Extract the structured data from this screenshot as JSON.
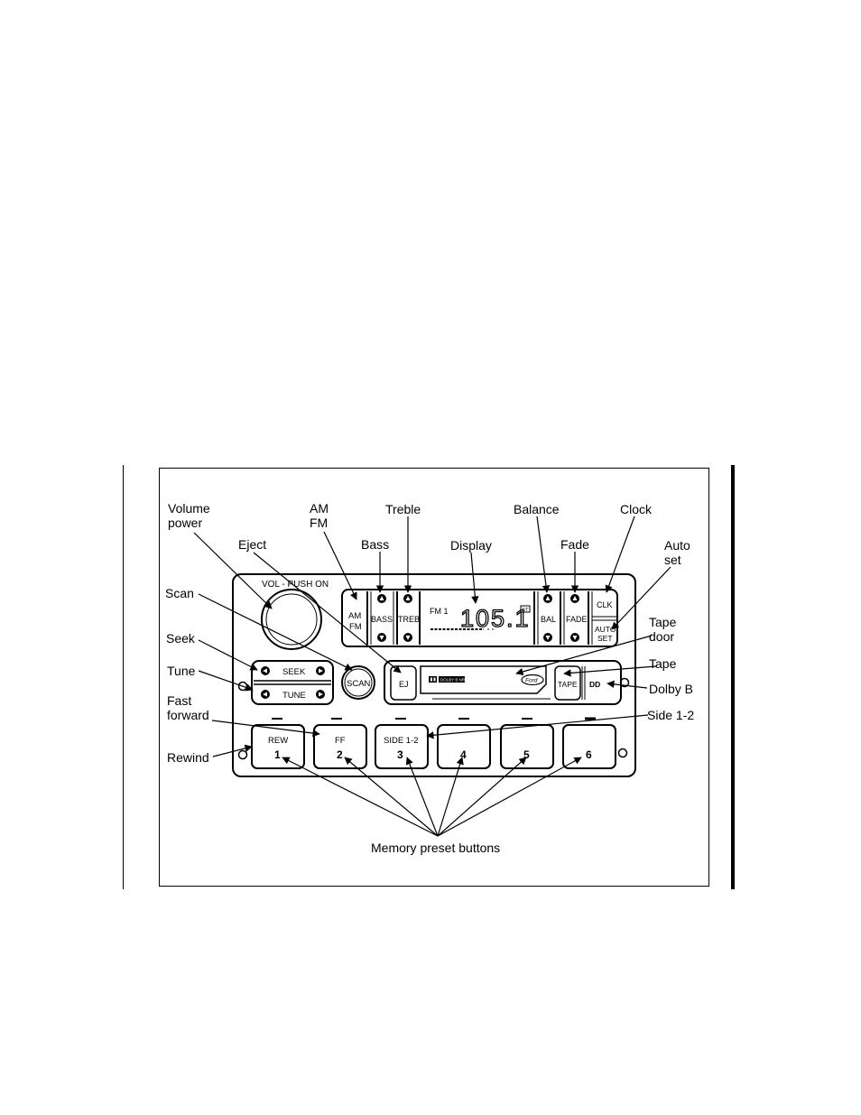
{
  "radio": {
    "knob_caption": "VOL - PUSH ON",
    "am_fm": [
      "AM",
      "FM"
    ],
    "bass": "BASS",
    "treble": "TREB",
    "balance": "BAL",
    "fade": "FADE",
    "clock": "CLK",
    "autoset": [
      "AUTO",
      "SET"
    ],
    "display_band": "FM 1",
    "display_freq": "105.1",
    "display_st": "ST",
    "seek": "SEEK",
    "tune": "TUNE",
    "scan": "SCAN",
    "eject": "EJ",
    "dolby_tag": "DOLBY B NR",
    "ford_logo": "Ford",
    "tape": "TAPE",
    "dolby_button": "DD",
    "presets": [
      {
        "top": "REW",
        "number": "1"
      },
      {
        "top": "FF",
        "number": "2"
      },
      {
        "top": "SIDE 1-2",
        "number": "3"
      },
      {
        "top": "",
        "number": "4"
      },
      {
        "top": "",
        "number": "5"
      },
      {
        "top": "",
        "number": "6"
      }
    ]
  },
  "callouts": {
    "volume_power": [
      "Volume",
      "power"
    ],
    "am_fm": [
      "AM",
      "FM"
    ],
    "treble": "Treble",
    "balance": "Balance",
    "clock": "Clock",
    "eject": "Eject",
    "bass": "Bass",
    "display": "Display",
    "fade": "Fade",
    "auto_set": [
      "Auto",
      "set"
    ],
    "scan": "Scan",
    "seek": "Seek",
    "tune": "Tune",
    "tape_door": [
      "Tape",
      "door"
    ],
    "tape": "Tape",
    "dolby_b": "Dolby B",
    "fast_forward": [
      "Fast",
      "forward"
    ],
    "side_1_2": "Side 1-2",
    "rewind": "Rewind",
    "memory_presets": "Memory preset buttons"
  }
}
